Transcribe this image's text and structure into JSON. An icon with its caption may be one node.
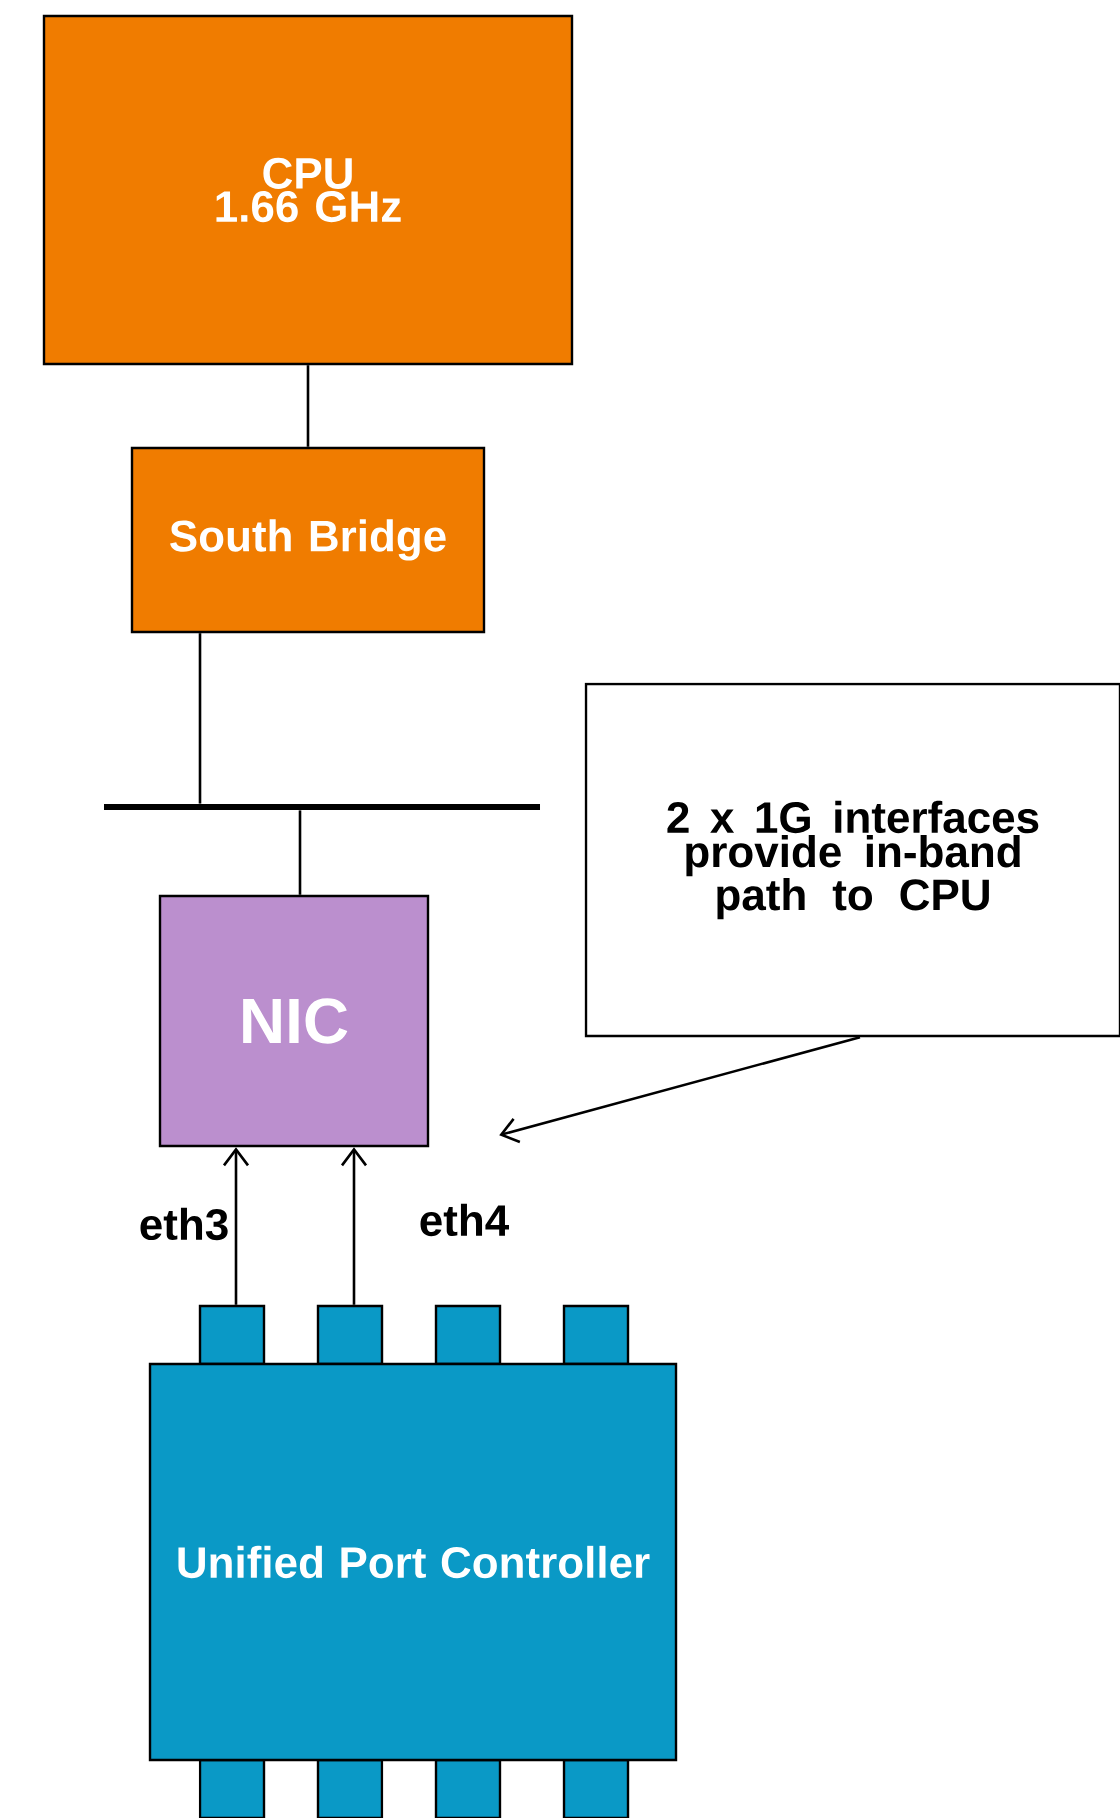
{
  "diagram": {
    "nodes": [
      {
        "text": [
          "CPU 1.66 GHz"
        ]
      },
      {
        "text": [
          "South Bridge"
        ]
      },
      {
        "text": [],
        "shape": "bar"
      },
      {
        "text": [
          "NIC"
        ]
      },
      {
        "text": [
          "2 x 1G interfaces provide in-band path to CPU"
        ]
      },
      {
        "text": [
          "Unified Port Controller"
        ]
      }
    ],
    "edges": [
      {
        "from": 0,
        "to": 1,
        "arrow": "none"
      },
      {
        "from": 1,
        "to": 2,
        "arrow": "none"
      },
      {
        "from": 2,
        "to": 3,
        "arrow": "none"
      },
      {
        "from": 4,
        "to": 3,
        "arrow": "to"
      },
      {
        "from": 5,
        "to": 3,
        "arrow": "to",
        "label": "eth3"
      },
      {
        "from": 5,
        "to": 3,
        "arrow": "to",
        "label": "eth4"
      }
    ]
  }
}
